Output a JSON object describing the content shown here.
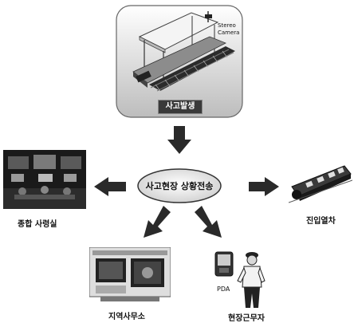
{
  "top_panel": {
    "camera_label_line1": "Stereo",
    "camera_label_line2": "Camera",
    "incident_label": "사고발생"
  },
  "center": {
    "hub_label": "사고현장 상황전송"
  },
  "nodes": {
    "control_room": "종합 사령실",
    "approaching_train": "진입열차",
    "regional_office": "지역사무소",
    "field_staff": "현장근무자",
    "pda": "PDA"
  },
  "colors": {
    "arrow": "#2a2a2a",
    "panel_border": "#555555",
    "ellipse_fill": "#e6e6e6",
    "label_box_fill": "#3a3a3a"
  }
}
